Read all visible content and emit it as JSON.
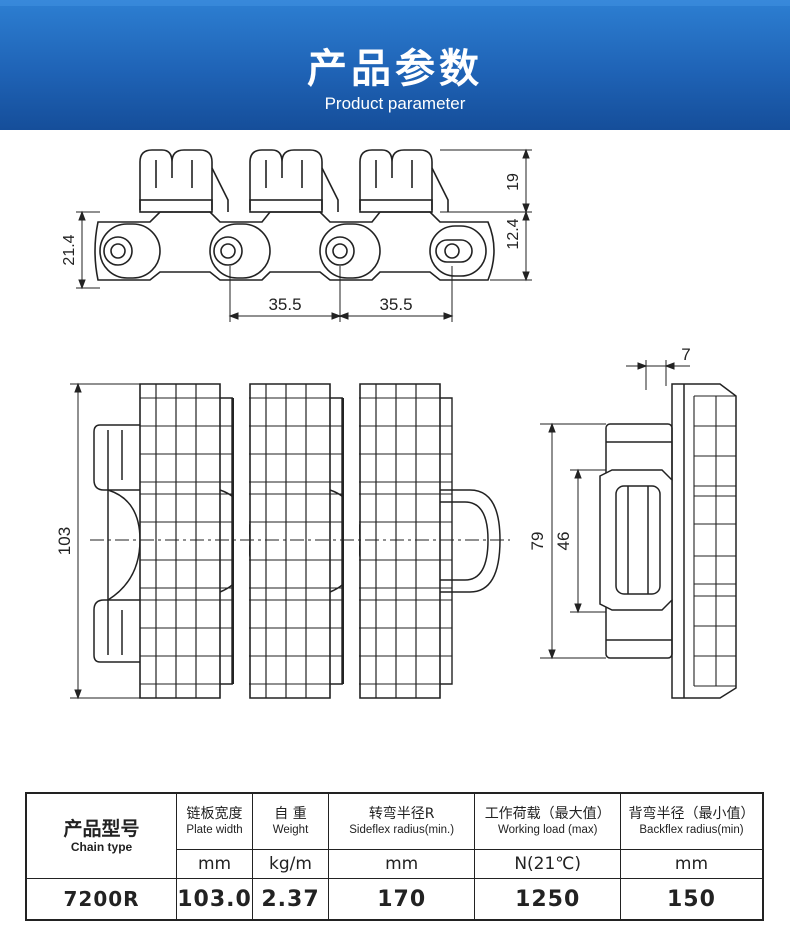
{
  "banner": {
    "title": "产品参数",
    "subtitle": "Product parameter"
  },
  "drawing": {
    "dim_height_top": "19",
    "dim_height_lower": "12.4",
    "dim_total_height": "21.4",
    "dim_pitch_1": "35.5",
    "dim_pitch_2": "35.5",
    "dim_width": "103",
    "dim_side_offset": "7",
    "dim_side_79": "79",
    "dim_side_46": "46"
  },
  "table": {
    "header_title": "产品型号",
    "header_title_en": "Chain type",
    "columns": [
      {
        "cn": "链板宽度",
        "en": "Plate width",
        "unit": "mm"
      },
      {
        "cn": "自 重",
        "en": "Weight",
        "unit": "kg/m"
      },
      {
        "cn": "转弯半径R",
        "en": "Sideflex radius(min.)",
        "unit": "mm"
      },
      {
        "cn": "工作荷载（最大值）",
        "en": "Working load  (max)",
        "unit": "N(21℃)"
      },
      {
        "cn": "背弯半径（最小值）",
        "en": "Backflex radius(min)",
        "unit": "mm"
      }
    ],
    "row": {
      "model": "7200R",
      "values": [
        "103.0",
        "2.37",
        "170",
        "1250",
        "150"
      ]
    }
  }
}
